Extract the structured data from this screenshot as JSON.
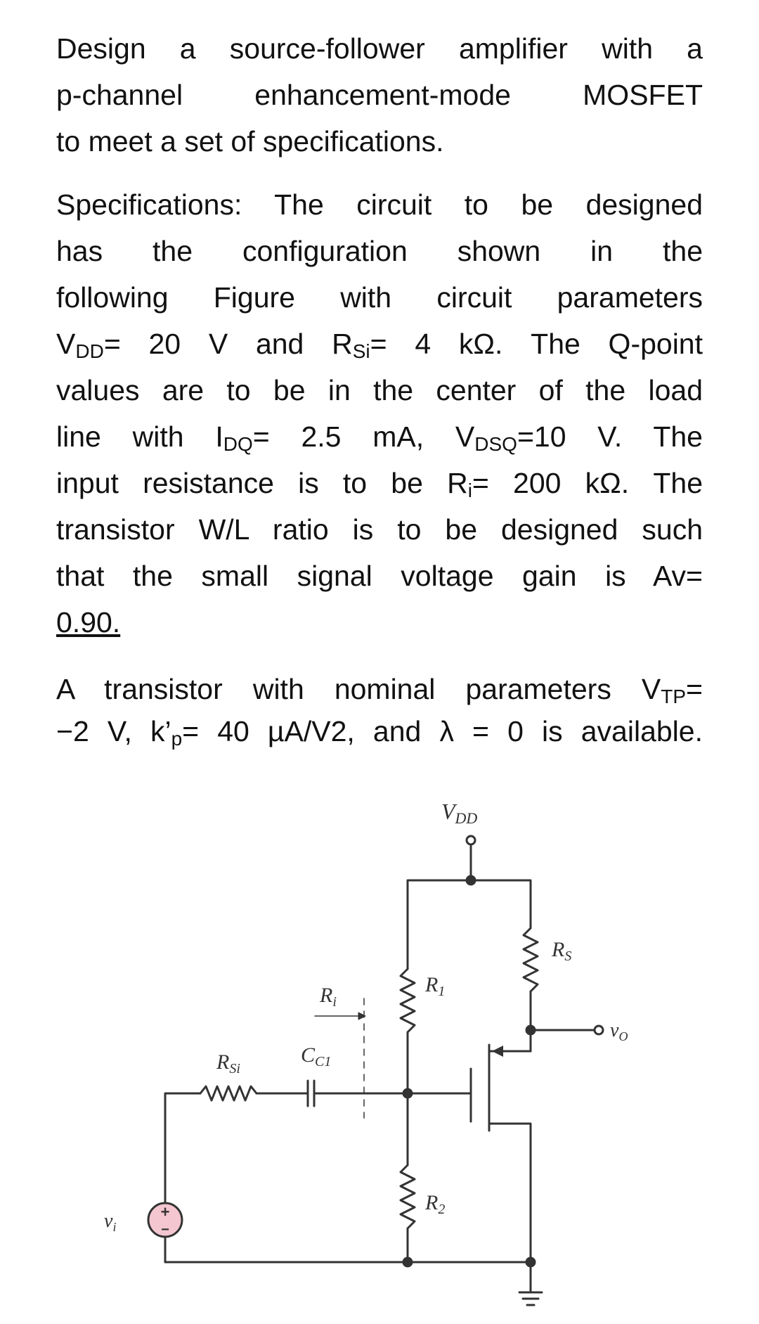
{
  "problem": {
    "intro": {
      "line1": "Design a source-follower amplifier with a",
      "line2": "p-channel enhancement-mode MOSFET",
      "line3": "to meet a set of specifications."
    },
    "specs": {
      "line1": "Specifications: The circuit to be designed",
      "line2": "has the configuration shown in the",
      "line3": "following Figure with circuit parameters",
      "line4": {
        "v": "V",
        "v_sub": "DD",
        "v_eq": "= 20 V and R",
        "r_sub": "Si",
        "r_eq": "= 4 kΩ. The Q-point"
      },
      "line5": "values are to be in the center of the load",
      "line6": {
        "pre": "line with I",
        "i_sub": "DQ",
        "mid": "= 2.5 mA, V",
        "v_sub": "DSQ",
        "post": "=10 V. The"
      },
      "line7": {
        "pre": "input resistance is to be R",
        "r_sub": "i",
        "post": "= 200 kΩ. The"
      },
      "line8": "transistor W/L ratio is to be designed such",
      "line9": "that the small signal voltage gain is Av=",
      "line10": "0.90."
    },
    "transistor": {
      "line1": {
        "pre": "A transistor with nominal parameters V",
        "sub": "TP",
        "post": "="
      },
      "line2": {
        "pre": "−2 V, k’",
        "sub": "p",
        "post": "= 40 µA/V2, and λ = 0 is available."
      }
    }
  },
  "circuit": {
    "vdd": {
      "main": "V",
      "sub": "DD"
    },
    "rs": {
      "main": "R",
      "sub": "S"
    },
    "r1": {
      "main": "R",
      "sub": "1"
    },
    "r2": {
      "main": "R",
      "sub": "2"
    },
    "ri": {
      "main": "R",
      "sub": "i"
    },
    "rsi": {
      "main": "R",
      "sub": "Si"
    },
    "cc1": {
      "main": "C",
      "sub": "C1"
    },
    "vo": {
      "main": "v",
      "sub": "O"
    },
    "vi": {
      "main": "v",
      "sub": "i"
    },
    "source_colors": {
      "fill": "#f4c6d0",
      "stroke": "#333333"
    }
  }
}
